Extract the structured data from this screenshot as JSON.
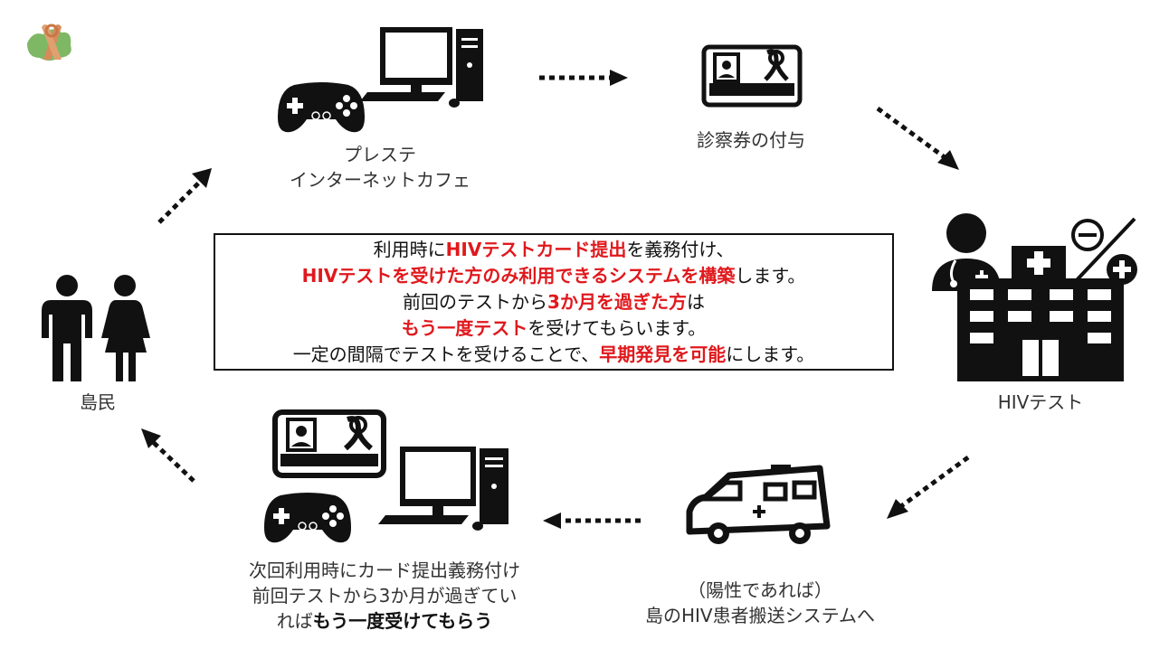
{
  "nodes": {
    "game": {
      "line1": "プレステ",
      "line2": "インターネットカフェ"
    },
    "card": {
      "label": "診察券の付与"
    },
    "hiv": {
      "label": "HIVテスト"
    },
    "transport": {
      "line1": "（陽性であれば）",
      "line2": "島のHIV患者搬送システムへ"
    },
    "next_use": {
      "line1": "次回利用時にカード提出義務付け",
      "line2": "前回テストから3か月が過ぎてい",
      "line3_prefix": "れば",
      "line3_bold": "もう一度受けてもらう"
    },
    "islanders": {
      "label": "島民"
    }
  },
  "center": {
    "l1": {
      "a": "利用時に",
      "b": "HIVテストカード提出",
      "c": "を義務付け、"
    },
    "l2": {
      "a": "HIVテストを受けた方のみ利用できるシステムを構築",
      "b": "します。"
    },
    "l3": {
      "a": "前回のテストから",
      "b": "3か月を過ぎた方",
      "c": "は"
    },
    "l4": {
      "a": "もう一度テスト",
      "b": "を受けてもらいます。"
    },
    "l5": {
      "a": "一定の間隔でテストを受けることで、",
      "b": "早期発見を可能",
      "c": "にします。"
    }
  },
  "colors": {
    "emphasis": "#e0191d",
    "icon": "#111111",
    "ribbon": "#d98a5a",
    "leaf": "#7fb865"
  },
  "icons": [
    "ribbon-logo",
    "gamepad-icon",
    "desktop-pc-icon",
    "id-card-icon",
    "doctor-icon",
    "hospital-icon",
    "minus-plus-icon",
    "ambulance-icon",
    "people-icon"
  ]
}
